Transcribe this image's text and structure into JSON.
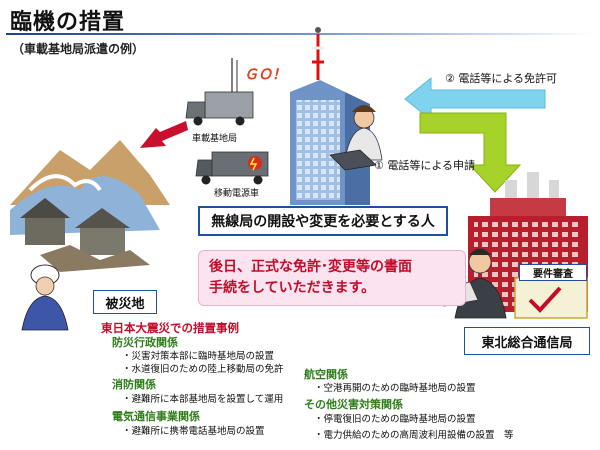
{
  "title": "臨機の措置",
  "subtitle": "（車載基地局派遣の例）",
  "go_text": "ＧＯ！",
  "vehicle_base_station": "車載基地局",
  "mobile_power_vehicle": "移動電源車",
  "step1": "① 電話等による申請",
  "step2": "② 電話等による免許可",
  "applicant_box": "無線局の開設や変更を必要とする人",
  "later_line1": "後日、正式な免許･変更等の書面",
  "later_line2": "手続をしていただきます。",
  "disaster_area": "被災地",
  "bureau": "東北総合通信局",
  "review": "要件審査",
  "examples": {
    "title": "東日本大震災での措置事例",
    "left": [
      {
        "category": "防災行政関係",
        "items": [
          "・災害対策本部に臨時基地局の設置",
          "・水道復旧のための陸上移動局の免許"
        ]
      },
      {
        "category": "消防関係",
        "items": [
          "・避難所に本部基地局を設置して運用"
        ]
      },
      {
        "category": "電気通信事業関係",
        "items": [
          "・避難所に携帯電話基地局の設置"
        ]
      }
    ],
    "right": [
      {
        "category": "航空関係",
        "items": [
          "・空港再開のための臨時基地局の設置"
        ]
      },
      {
        "category": "その他災害対策関係",
        "items": [
          "・停電復旧のための臨時基地局の設置",
          "・電力供給のための高周波利用設備の設置　等"
        ]
      }
    ]
  },
  "colors": {
    "accent_blue": "#1f4ea3",
    "red_text": "#c30b2a",
    "green_text": "#2e7d1a",
    "arrow_cyan": "#7fd3ee",
    "arrow_green": "#a6d22a",
    "arrow_red": "#c8102e"
  }
}
